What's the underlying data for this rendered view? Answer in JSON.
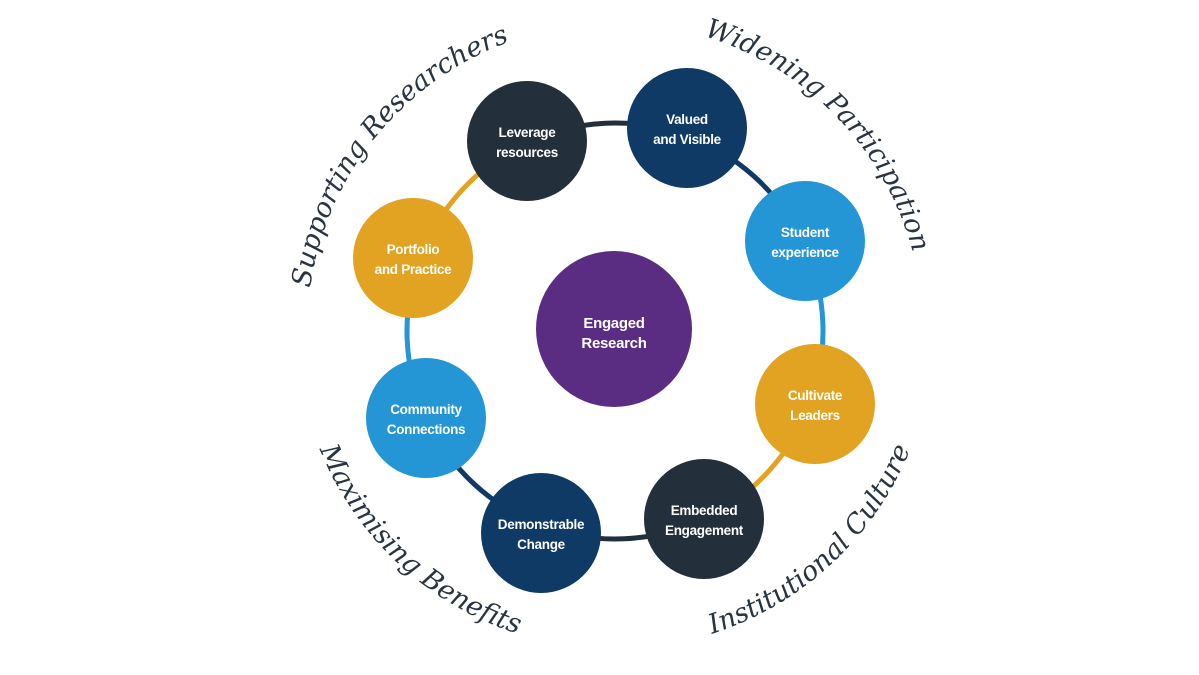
{
  "colors": {
    "dark": "#232f3b",
    "navy": "#0f3a66",
    "blue": "#2496d6",
    "gold": "#e1a321",
    "purple": "#5a2d82",
    "text": "#2a3440"
  },
  "center": {
    "lines": [
      "Engaged",
      "Research"
    ],
    "color": "purple"
  },
  "nodes": [
    {
      "lines": [
        "Leverage",
        "resources"
      ],
      "color": "dark"
    },
    {
      "lines": [
        "Valued",
        "and Visible"
      ],
      "color": "navy"
    },
    {
      "lines": [
        "Student",
        "experience"
      ],
      "color": "blue"
    },
    {
      "lines": [
        "Cultivate",
        "Leaders"
      ],
      "color": "gold"
    },
    {
      "lines": [
        "Embedded",
        "Engagement"
      ],
      "color": "dark"
    },
    {
      "lines": [
        "Demonstrable",
        "Change"
      ],
      "color": "navy"
    },
    {
      "lines": [
        "Community",
        "Connections"
      ],
      "color": "blue"
    },
    {
      "lines": [
        "Portfolio",
        "and Practice"
      ],
      "color": "gold"
    }
  ],
  "themes": [
    {
      "label": "Supporting Researchers"
    },
    {
      "label": "Widening Participation"
    },
    {
      "label": "Institutional Culture"
    },
    {
      "label": "Maximising Benefits"
    }
  ]
}
